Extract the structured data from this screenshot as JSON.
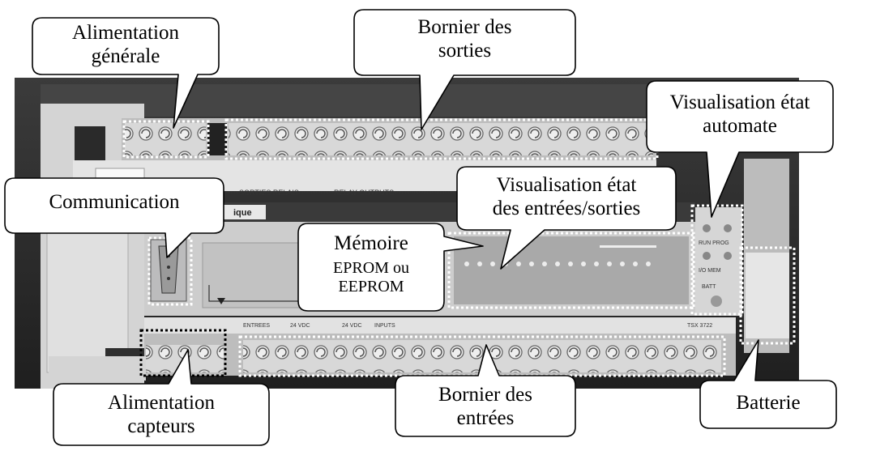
{
  "callouts": {
    "alimentation_generale": "Alimentation\ngénérale",
    "bornier_sorties": "Bornier des\nsorties",
    "visualisation_automate": "Visualisation état\nautomate",
    "communication": "Communication",
    "visualisation_es": "Visualisation état\ndes entrées/sorties",
    "memoire_title": "Mémoire",
    "memoire_detail": "EPROM ou\nEEPROM",
    "alimentation_capteurs": "Alimentation\ncapteurs",
    "bornier_entrees": "Bornier des\nentrées",
    "batterie": "Batterie"
  },
  "device_text": {
    "sorties_relais": "SORTIES    RELAIS",
    "relay_outputs": "RELAY  OUTPUTS",
    "entrees": "ENTREES",
    "vdc1": "24 VDC",
    "vdc2": "24 VDC",
    "inputs": "INPUTS",
    "model": "TSX 3722",
    "brand": "ique",
    "run_prog": "RUN PROG",
    "io_mem": "I/O  MEM",
    "batt": "BATT"
  },
  "colors": {
    "device_dark": "#2a2a2a",
    "device_light": "#cfcfcf",
    "callout_border": "#000000"
  }
}
